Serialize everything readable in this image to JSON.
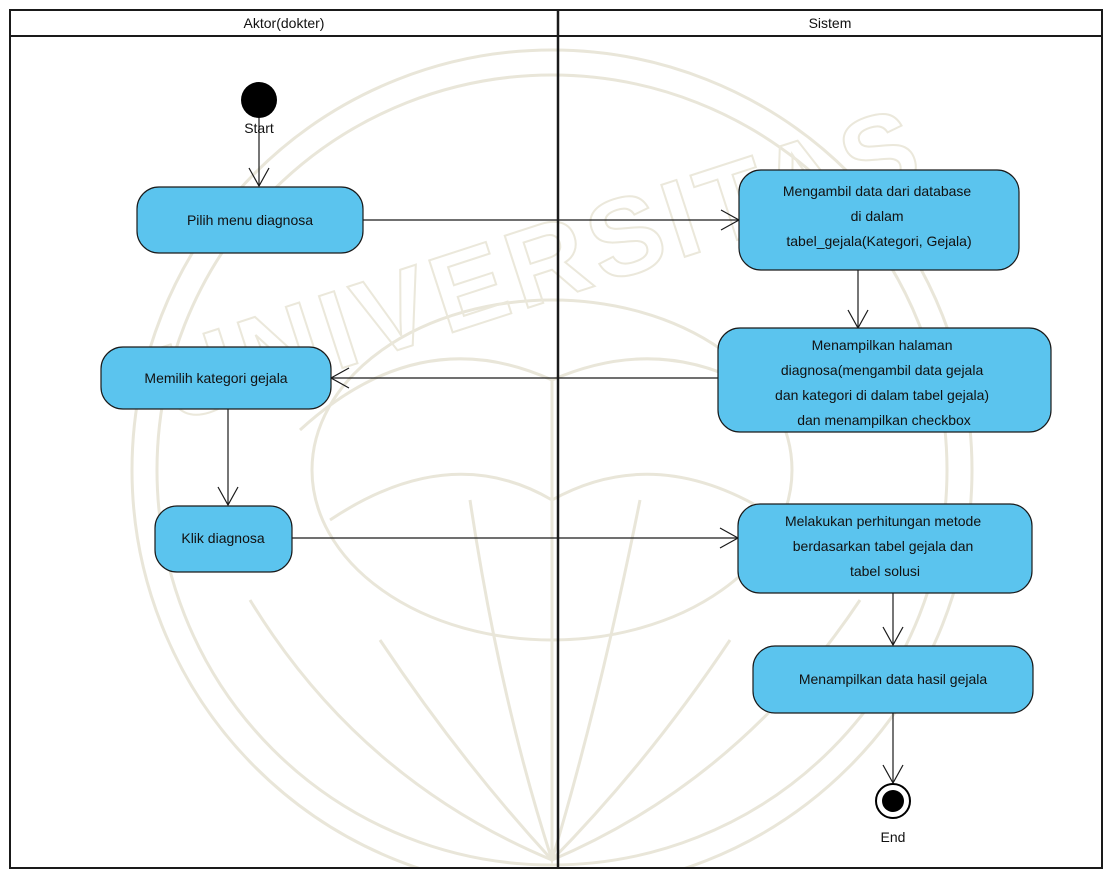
{
  "lanes": {
    "actor_title": "Aktor(dokter)",
    "system_title": "Sistem"
  },
  "nodes": {
    "start_label": "Start",
    "end_label": "End",
    "pilih_menu": [
      "Pilih menu diagnosa"
    ],
    "mengambil_data": [
      "Mengambil data dari database",
      "di dalam",
      "tabel_gejala(Kategori, Gejala)"
    ],
    "menampilkan_halaman": [
      "Menampilkan halaman",
      "diagnosa(mengambil data gejala",
      "dan kategori di dalam tabel gejala)",
      "dan menampilkan checkbox"
    ],
    "memilih_kategori": [
      "Memilih kategori gejala"
    ],
    "klik_diagnosa": [
      "Klik diagnosa"
    ],
    "melakukan_perhitungan": [
      "Melakukan perhitungan metode",
      "berdasarkan tabel gejala dan",
      "tabel solusi"
    ],
    "menampilkan_data": [
      "Menampilkan data hasil gejala"
    ]
  },
  "watermark": {
    "text": "UNIVERSITAS"
  },
  "colors": {
    "activity_fill": "#5bc4ee",
    "line": "#1a1a1a",
    "watermark": "#e9e6d9"
  }
}
